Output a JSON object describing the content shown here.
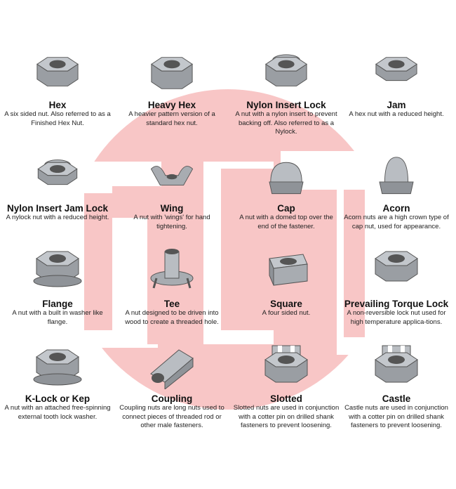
{
  "nuts": [
    {
      "name": "Hex",
      "desc": "A six sided nut. Also referred to as a Finished Hex Nut.",
      "icon": "hex-nut"
    },
    {
      "name": "Heavy Hex",
      "desc": "A heavier pattern version of a standard hex nut.",
      "icon": "heavy-hex-nut"
    },
    {
      "name": "Nylon Insert Lock",
      "desc": "A nut with a nylon insert to prevent backing off. Also referred to as a Nylock.",
      "icon": "nylon-insert-lock-nut"
    },
    {
      "name": "Jam",
      "desc": "A hex nut with a reduced height.",
      "icon": "jam-nut"
    },
    {
      "name": "Nylon Insert Jam Lock",
      "desc": "A nylock nut with a reduced height.",
      "icon": "nylon-jam-lock-nut"
    },
    {
      "name": "Wing",
      "desc": "A nut with 'wings' for hand tightening.",
      "icon": "wing-nut"
    },
    {
      "name": "Cap",
      "desc": "A nut with a domed top over the end of the fastener.",
      "icon": "cap-nut"
    },
    {
      "name": "Acorn",
      "desc": "Acorn nuts are a high crown type of cap nut, used for appearance.",
      "icon": "acorn-nut"
    },
    {
      "name": "Flange",
      "desc": "A nut with a built in washer like flange.",
      "icon": "flange-nut"
    },
    {
      "name": "Tee",
      "desc": "A nut designed to be driven into wood to create a threaded hole.",
      "icon": "tee-nut"
    },
    {
      "name": "Square",
      "desc": "A four sided nut.",
      "icon": "square-nut"
    },
    {
      "name": "Prevailing Torque Lock",
      "desc": "A non-reversible lock nut used for high temperature applica-tions.",
      "icon": "prevailing-torque-nut"
    },
    {
      "name": "K-Lock or Kep",
      "desc": "A nut with an attached free-spinning external tooth lock washer.",
      "icon": "k-lock-nut"
    },
    {
      "name": "Coupling",
      "desc": "Coupling nuts are long nuts used to connect pieces of threaded rod or other male fasteners.",
      "icon": "coupling-nut"
    },
    {
      "name": "Slotted",
      "desc": "Slotted nuts are used in conjunction with a cotter pin on drilled shank fasteners to prevent loosening.",
      "icon": "slotted-nut"
    },
    {
      "name": "Castle",
      "desc": "Castle nuts are used in conjunction with a cotter pin on drilled shank fasteners to prevent loosening.",
      "icon": "castle-nut"
    }
  ],
  "colors": {
    "watermark": "#f8c6c6",
    "metal": "#9a9ea3"
  }
}
